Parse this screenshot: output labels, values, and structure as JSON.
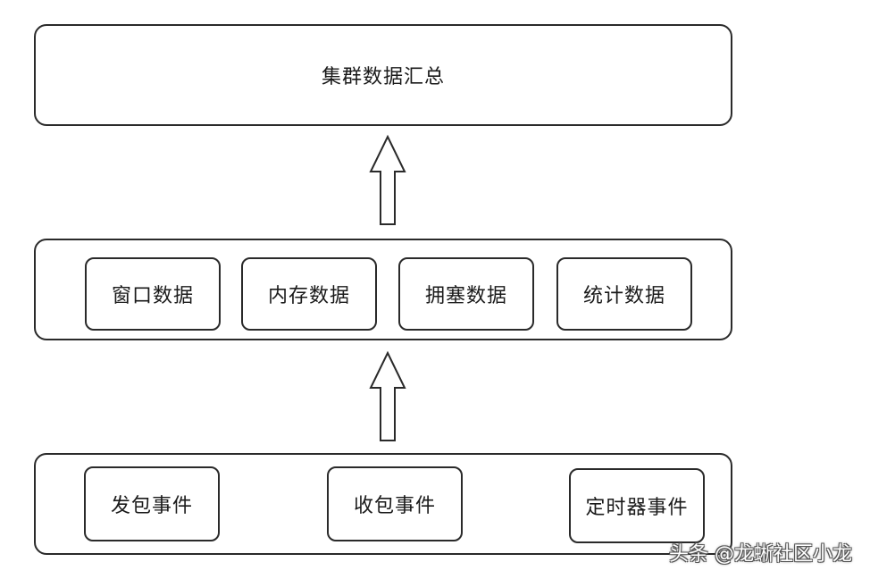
{
  "top": {
    "label": "集群数据汇总"
  },
  "middle": {
    "items": [
      {
        "label": "窗口数据"
      },
      {
        "label": "内存数据"
      },
      {
        "label": "拥塞数据"
      },
      {
        "label": "统计数据"
      }
    ]
  },
  "bottom": {
    "items": [
      {
        "label": "发包事件"
      },
      {
        "label": "收包事件"
      },
      {
        "label": "定时器事件"
      }
    ]
  },
  "watermark": {
    "text": "头条 @龙蜥社区小龙"
  },
  "colors": {
    "stroke": "#2a2a2a",
    "background": "#ffffff"
  }
}
